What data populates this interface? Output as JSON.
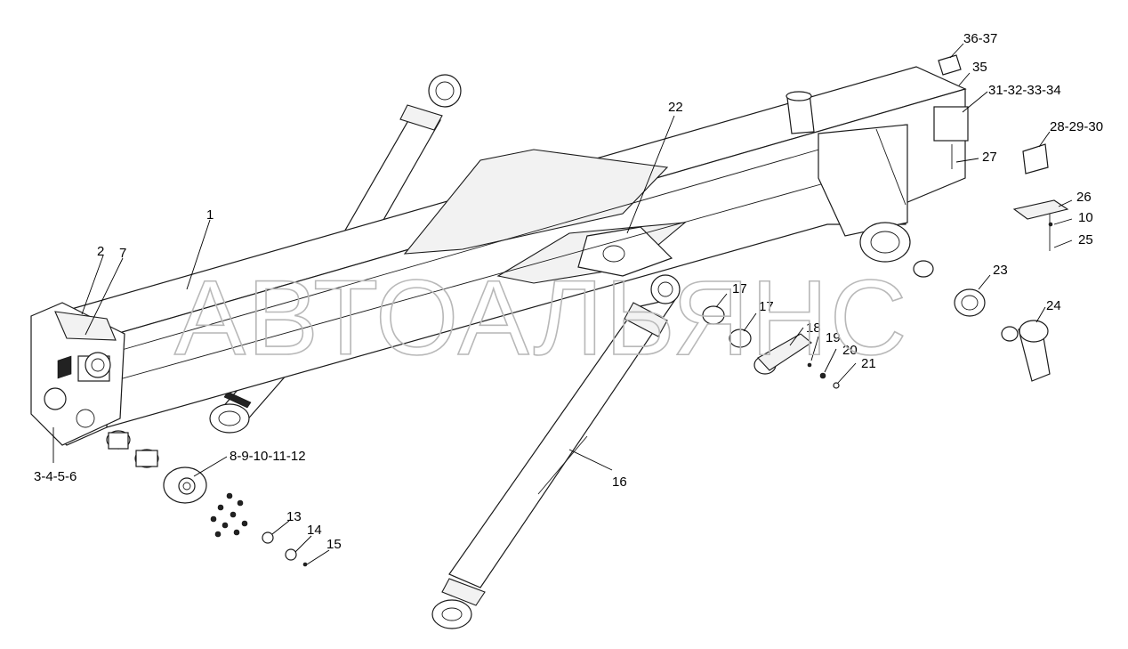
{
  "watermark": "АВТОАЛЬЯНС",
  "callouts": {
    "c1": "1",
    "c2": "2",
    "c7": "7",
    "c3456": "3-4-5-6",
    "c812": "8-9-10-11-12",
    "c13": "13",
    "c14": "14",
    "c15": "15",
    "c16": "16",
    "c17a": "17",
    "c17b": "17",
    "c18": "18",
    "c19": "19",
    "c20": "20",
    "c21": "21",
    "c22": "22",
    "c23": "23",
    "c24": "24",
    "c25": "25",
    "c10": "10",
    "c26": "26",
    "c27": "27",
    "c2830": "28-29-30",
    "c3134": "31-32-33-34",
    "c35": "35",
    "c3637": "36-37"
  }
}
